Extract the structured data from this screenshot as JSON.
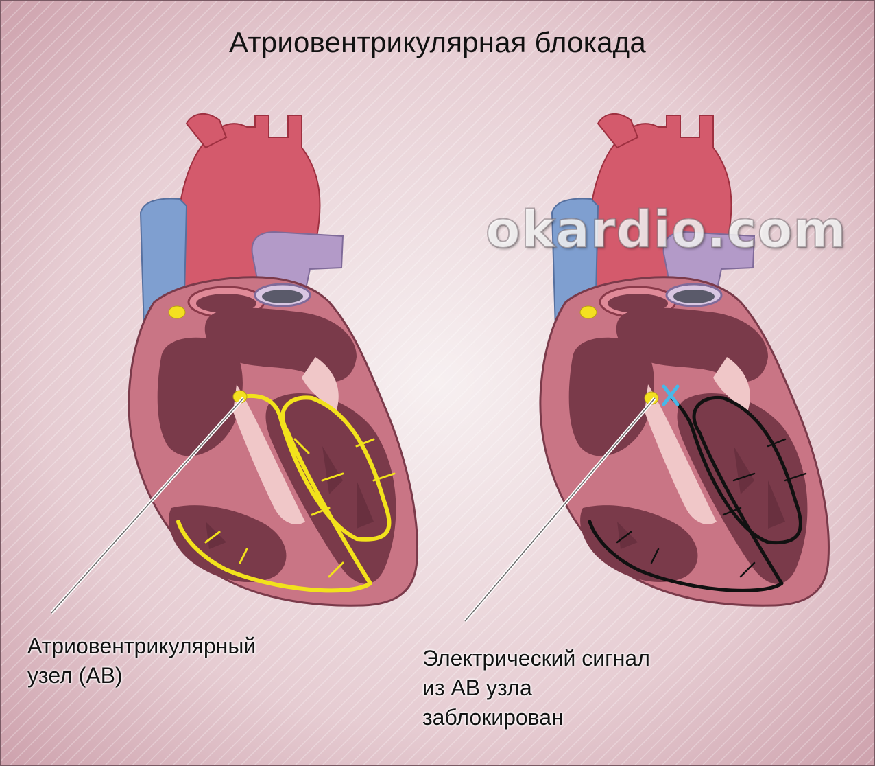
{
  "title": "Атриовентрикулярная блокада",
  "watermark": "okardio.com",
  "left_panel": {
    "caption_lines": [
      "Атриовентрикулярный",
      "узел (АВ)"
    ],
    "conduction_color": "#f2e21c"
  },
  "right_panel": {
    "caption_lines": [
      "Электрический сигнал",
      "из АВ узла",
      "заблокирован"
    ],
    "conduction_color": "#111111",
    "block_marker_color": "#47b8e8"
  },
  "colors": {
    "artery": "#d45a6c",
    "vena_cava": "#7f9fd0",
    "pulmonary": "#b39ac8",
    "myocardium": "#c97585",
    "chamber": "#7a3a4a",
    "sa_node": "#f4e020"
  }
}
